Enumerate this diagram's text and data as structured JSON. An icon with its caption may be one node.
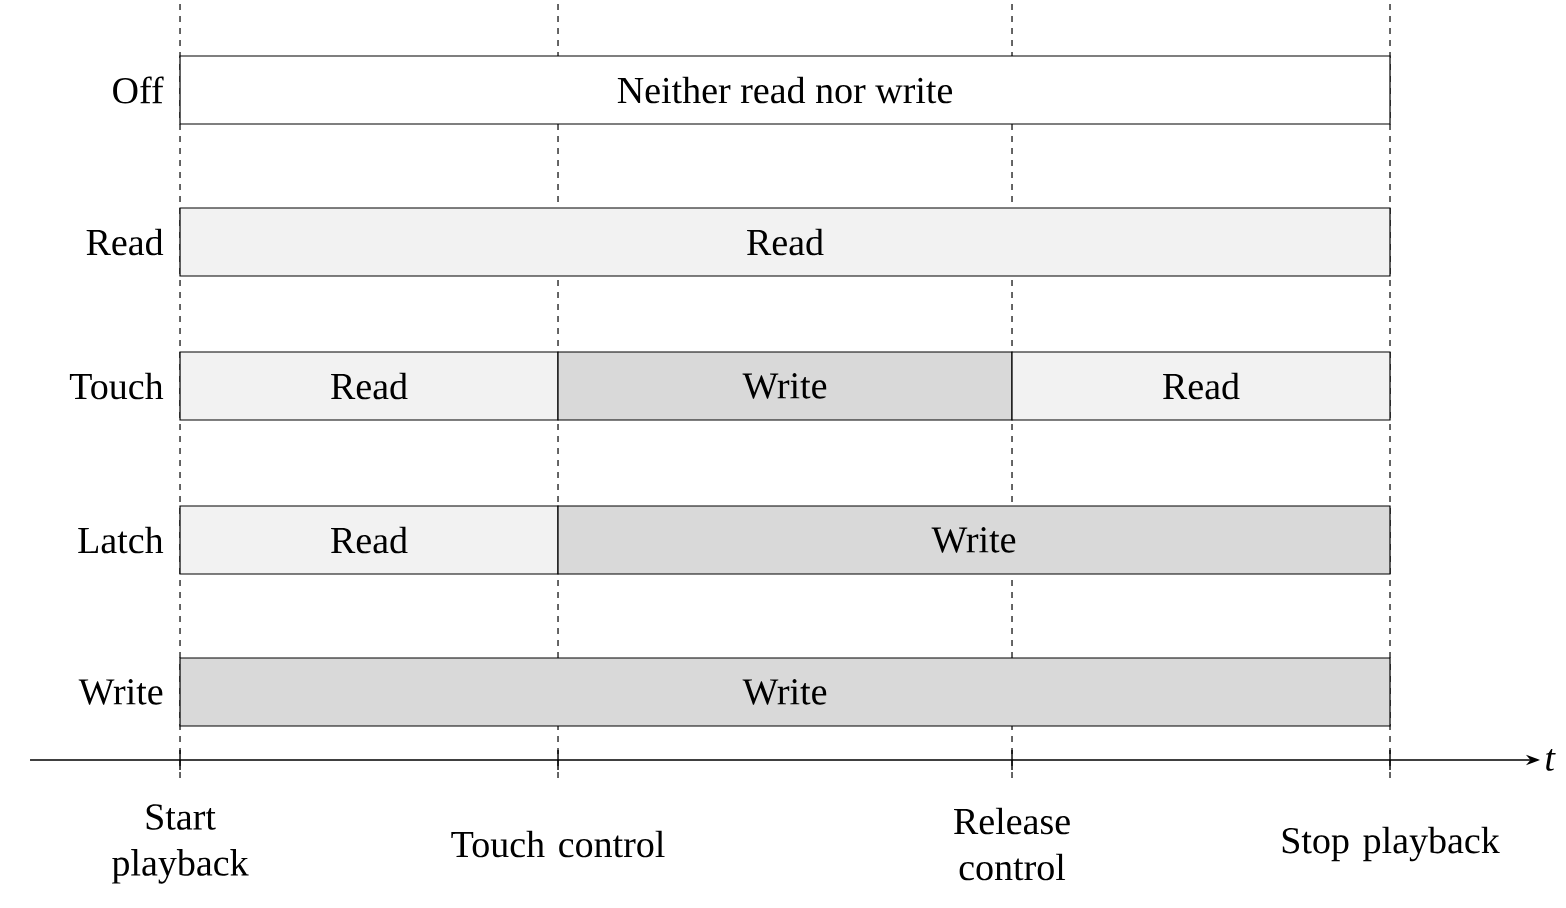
{
  "diagram": {
    "nodes": [
      {
        "text": [
          "Neither read nor write"
        ]
      },
      {
        "text": [
          "Read"
        ]
      },
      {
        "text": [
          "Read"
        ]
      },
      {
        "text": [
          "Write"
        ]
      },
      {
        "text": [
          "Read"
        ]
      },
      {
        "text": [
          "Read"
        ]
      },
      {
        "text": [
          "Write"
        ]
      },
      {
        "text": [
          "Write"
        ]
      }
    ],
    "labels": [
      "Off",
      "Read",
      "Touch",
      "Latch",
      "Write",
      "t",
      "Start playback",
      "Touch control",
      "Release control",
      "Stop playback"
    ]
  }
}
